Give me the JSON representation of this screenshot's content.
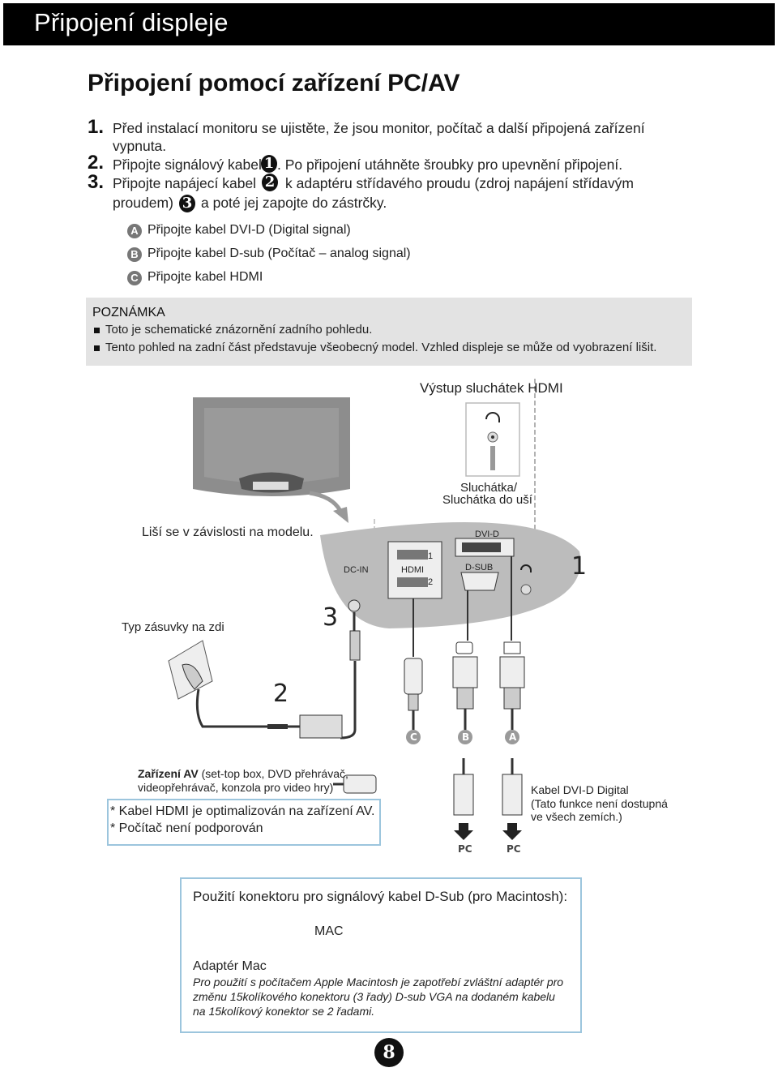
{
  "header": {
    "title": "Připojení displeje"
  },
  "section_title": "Připojení pomocí zařízení PC/AV",
  "steps": [
    {
      "num": "1.",
      "line1": "Před instalací monitoru se ujistěte, že jsou monitor, počítač a další připojená zařízení",
      "line2": "vypnuta."
    },
    {
      "num": "2.",
      "before": "Připojte signálový kabel",
      "marker": "1",
      "after": ". Po připojení utáhněte šroubky pro upevnění připojení."
    },
    {
      "num": "3.",
      "before": "Připojte napájecí kabel",
      "marker": "2",
      "after": "k  adaptéru střídavého proudu (zdroj napájení střídavým",
      "line2_before": "proudem)",
      "marker2": "3",
      "line2_after": "a poté jej zapojte do zástrčky."
    }
  ],
  "substeps": [
    {
      "letter": "A",
      "text": "Připojte kabel DVI-D (Digital signal)"
    },
    {
      "letter": "B",
      "text": "Připojte kabel D-sub (Počítač – analog signal)"
    },
    {
      "letter": "C",
      "text": "Připojte kabel HDMI"
    }
  ],
  "note": {
    "title": "POZNÁMKA",
    "items": [
      "Toto je schematické znázornění zadního pohledu.",
      "Tento pohled na zadní část představuje všeobecný model. Vzhled displeje se může od vyobrazení lišit."
    ]
  },
  "diagram": {
    "headphone_title": "Výstup sluchátek HDMI",
    "headphone_label_1": "Sluchátka/",
    "headphone_label_2": "Sluchátka do uší",
    "varies_label": "Liší se v závislosti na modelu.",
    "outlet_label": "Typ zásuvky na zdi",
    "port_dvi": "DVI-D",
    "port_dcin": "DC-IN",
    "port_hdmi": "HDMI",
    "port_dsub": "D-SUB",
    "hdmi_1": "1",
    "hdmi_2": "2",
    "num_1": "1",
    "num_2": "2",
    "num_3": "3",
    "cable_c": "C",
    "cable_b": "B",
    "cable_a": "A",
    "pc_1": "PC",
    "pc_2": "PC",
    "av_bold": "Zařízení AV",
    "av_rest": " (set-top box, DVD přehrávač,",
    "av_line2": "videopřehrávač, konzola pro video hry)",
    "av_note1": "* Kabel HDMI je optimalizován na zařízení AV.",
    "av_note2": "* Počítač není podporován",
    "dvi_title": "Kabel DVI-D Digital",
    "dvi_line2": "(Tato funkce není dostupná",
    "dvi_line3": "ve všech zemích.)"
  },
  "mac": {
    "title": "Použití konektoru pro signálový kabel D-Sub (pro Macintosh):",
    "mac_label": "MAC",
    "adapter_title": "Adaptér Mac",
    "desc1": "Pro použití s počítačem Apple Macintosh je zapotřebí zvláštní adaptér pro",
    "desc2": "změnu 15kolíkového konektoru (3  řady) D-sub VGA na dodaném kabelu",
    "desc3": "na 15kolíkový konektor se 2  řadami."
  },
  "page_number": "8"
}
